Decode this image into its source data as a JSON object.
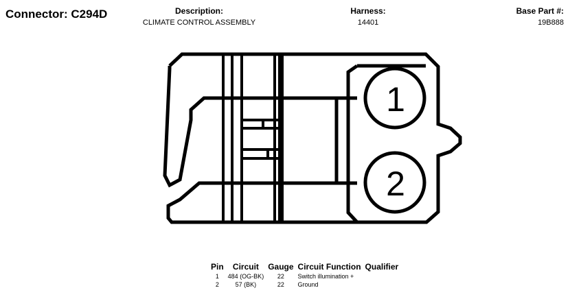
{
  "header": {
    "connector": "Connector: C294D",
    "description_label": "Description:",
    "description_value": "CLIMATE CONTROL ASSEMBLY",
    "harness_label": "Harness:",
    "harness_value": "14401",
    "base_part_label": "Base Part #:",
    "base_part_value": "19B888"
  },
  "pin_labels": [
    "1",
    "2"
  ],
  "pin_table": {
    "headers": [
      "Pin",
      "Circuit",
      "Gauge",
      "Circuit Function",
      "Qualifier"
    ],
    "rows": [
      {
        "pin": "1",
        "circuit": "484 (OG-BK)",
        "gauge": "22",
        "function": "Switch illumination +",
        "qualifier": ""
      },
      {
        "pin": "2",
        "circuit": "57 (BK)",
        "gauge": "22",
        "function": "Ground",
        "qualifier": ""
      }
    ]
  }
}
